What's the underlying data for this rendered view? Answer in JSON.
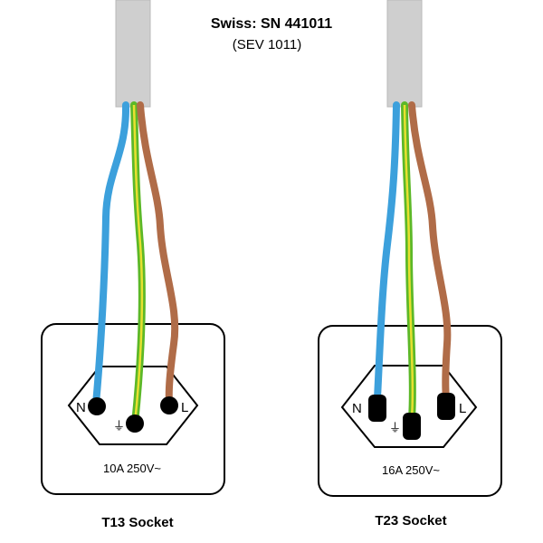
{
  "title": {
    "main": "Swiss: SN 441011",
    "sub": "(SEV 1011)"
  },
  "sockets": [
    {
      "name": "T13 Socket",
      "rating": "10A 250V~",
      "pin_type": "round",
      "labels": {
        "neutral": "N",
        "live": "L",
        "earth": "⏚"
      }
    },
    {
      "name": "T23 Socket",
      "rating": "16A 250V~",
      "pin_type": "rectangular",
      "labels": {
        "neutral": "N",
        "live": "L",
        "earth": "⏚"
      }
    }
  ],
  "colors": {
    "cable_sheath": "#cfcfcf",
    "neutral_wire": "#3ca0dc",
    "earth_wire_green": "#5cb828",
    "earth_wire_yellow": "#e8e030",
    "live_wire": "#b06c48",
    "outline": "#000000"
  }
}
